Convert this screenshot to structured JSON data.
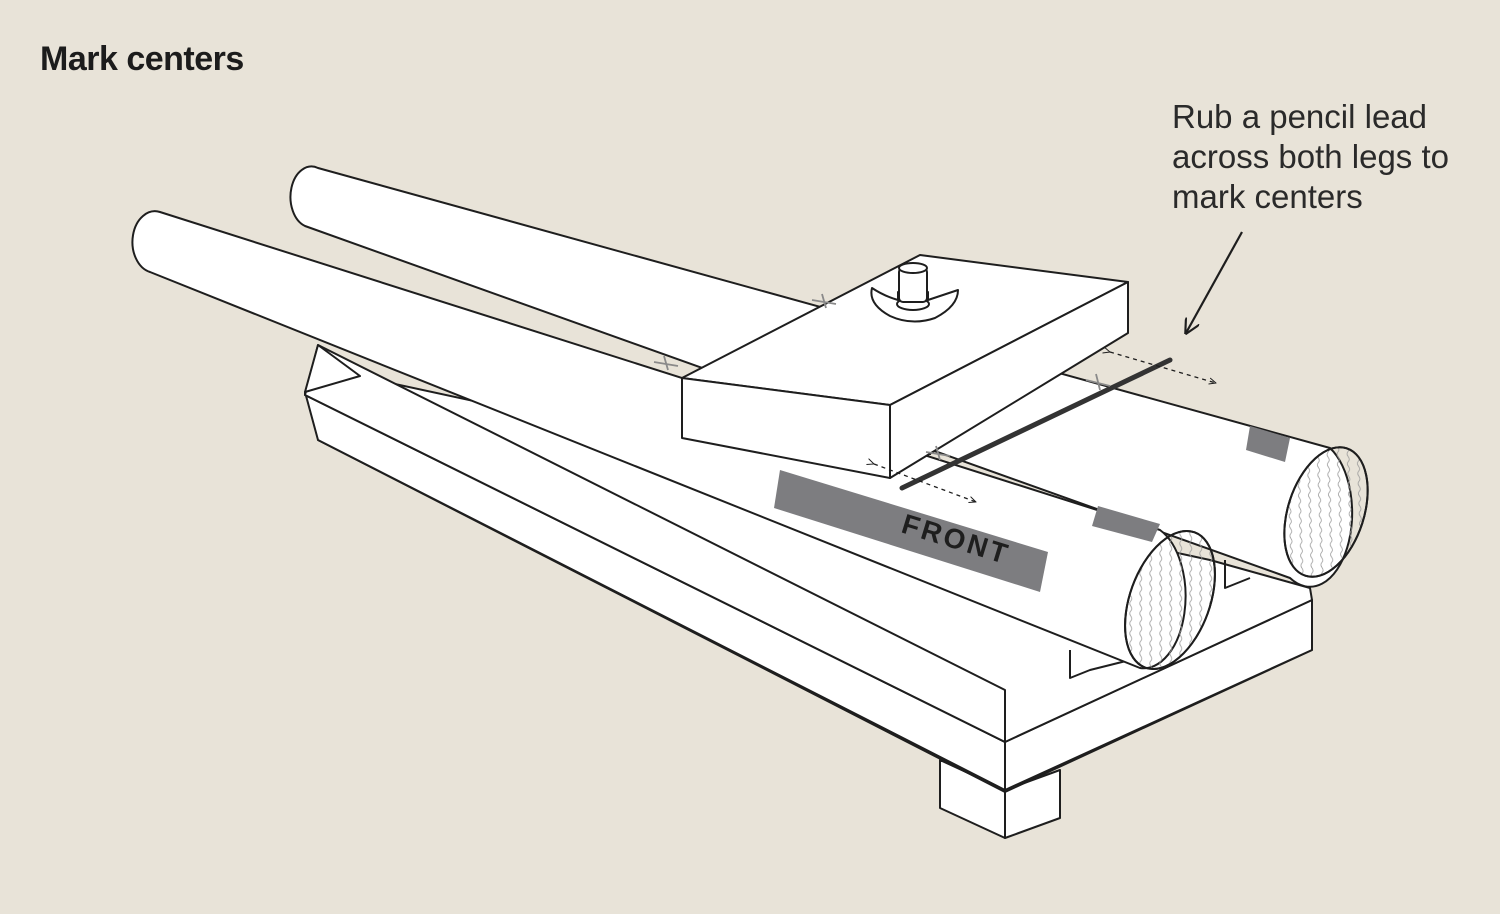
{
  "title": "Mark centers",
  "callout": {
    "lines": [
      "Rub a pencil lead",
      "across both legs to",
      "mark centers"
    ]
  },
  "labels": {
    "front": "FRONT"
  },
  "colors": {
    "background": "#e8e3d8",
    "line": "#1e1e1e",
    "label_band": "#7d7d80",
    "center_mark": "#8a8a8a"
  }
}
